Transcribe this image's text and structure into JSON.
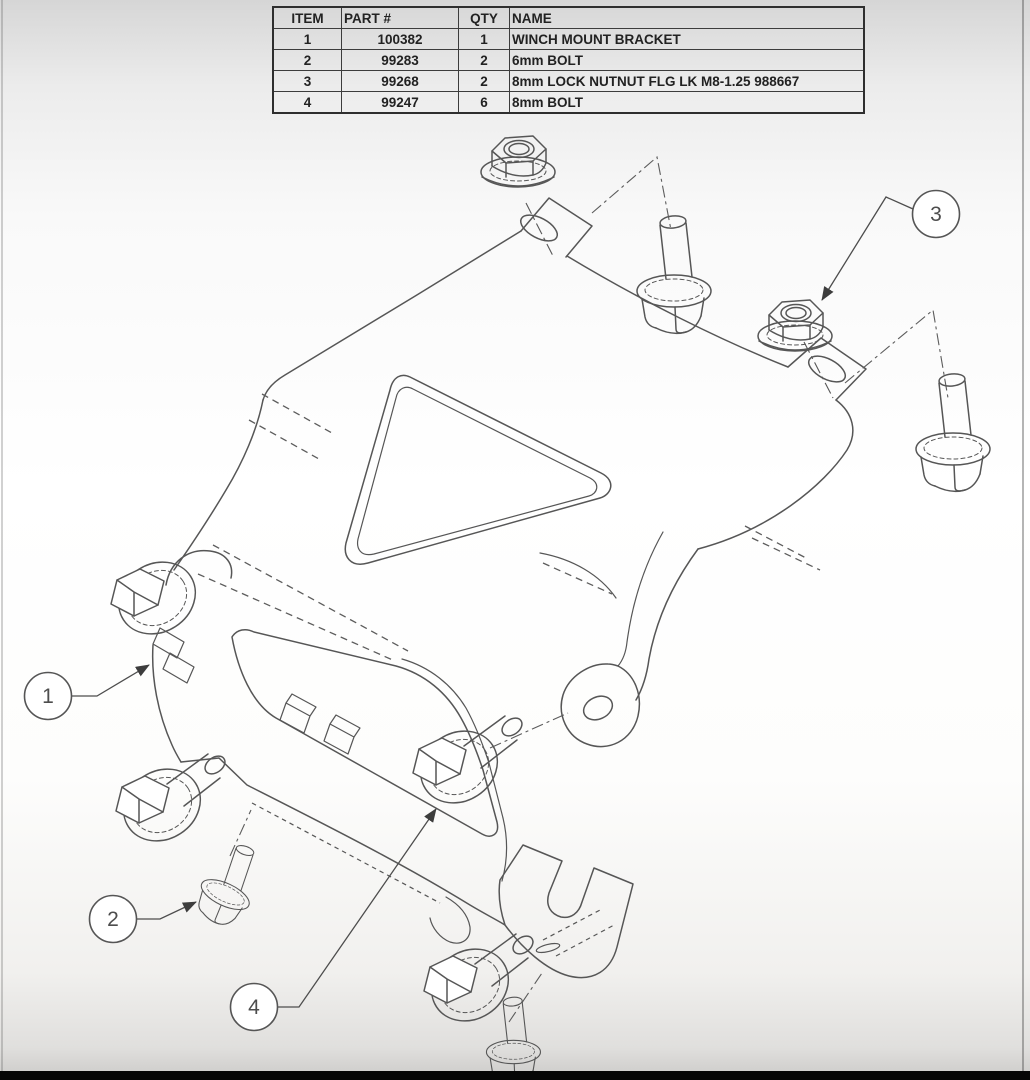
{
  "parts_table": {
    "headers": {
      "item": "ITEM",
      "part": "PART #",
      "qty": "QTY",
      "name": "NAME"
    },
    "rows": [
      {
        "item": "1",
        "part": "100382",
        "qty": "1",
        "name": "WINCH MOUNT BRACKET"
      },
      {
        "item": "2",
        "part": "99283",
        "qty": "2",
        "name": "6mm BOLT"
      },
      {
        "item": "3",
        "part": "99268",
        "qty": "2",
        "name": "8mm LOCK NUTNUT FLG LK M8-1.25 988667"
      },
      {
        "item": "4",
        "part": "99247",
        "qty": "6",
        "name": "8mm BOLT"
      }
    ]
  },
  "diagram": {
    "type": "exploded-isometric-assembly-drawing",
    "subject": "Winch mount bracket with fasteners",
    "line_color": "#565656",
    "callouts": [
      {
        "label": "1",
        "target": "winch mount bracket"
      },
      {
        "label": "2",
        "target": "6mm flange bolt"
      },
      {
        "label": "3",
        "target": "8mm flange lock nut"
      },
      {
        "label": "4",
        "target": "8mm flange bolt"
      }
    ]
  },
  "colors": {
    "background_top": "#d6d6d6",
    "background_middle": "#ffffff",
    "bottom_bar": "#060606",
    "table_border": "#2e2e2e",
    "text": "#222222"
  }
}
